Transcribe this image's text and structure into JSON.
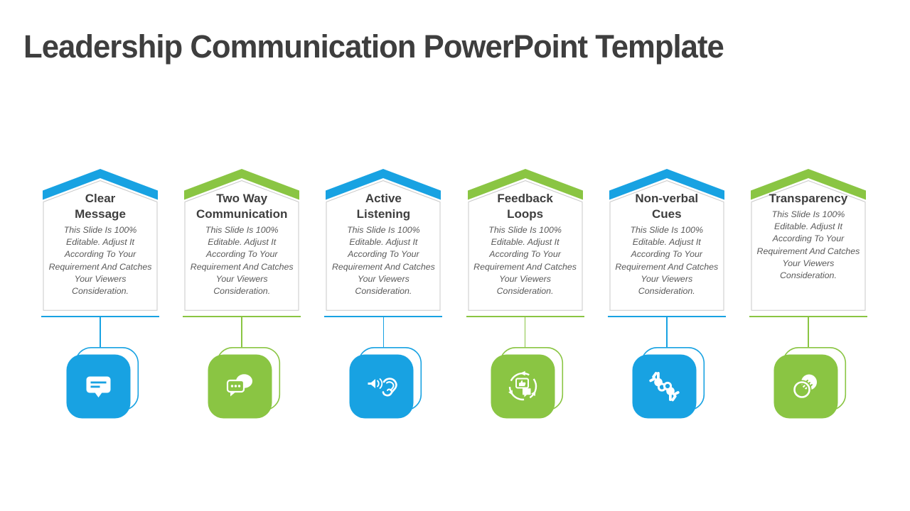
{
  "title": "Leadership Communication PowerPoint Template",
  "colors": {
    "blue": "#18A2E2",
    "green": "#8AC543",
    "heading": "#3E3E3E",
    "bodytext": "#595959",
    "border": "#C9C9C9"
  },
  "columns": [
    {
      "title": "Clear Message",
      "title_lines": [
        "Clear",
        "Message"
      ],
      "body": "This Slide Is 100% Editable. Adjust It According To Your Requirement And Catches Your Viewers Consideration.",
      "color": "blue",
      "icon": "message-icon"
    },
    {
      "title": "Two Way Communication",
      "title_lines": [
        "Two Way",
        "Communication"
      ],
      "body": "This Slide Is 100% Editable. Adjust It According To Your Requirement And Catches Your Viewers Consideration.",
      "color": "green",
      "icon": "chat-bubbles-icon"
    },
    {
      "title": "Active Listening",
      "title_lines": [
        "Active",
        "Listening"
      ],
      "body": "This Slide Is 100% Editable. Adjust It According To Your Requirement And Catches Your Viewers Consideration.",
      "color": "blue",
      "icon": "listening-ear-icon"
    },
    {
      "title": "Feedback Loops",
      "title_lines": [
        "Feedback",
        "Loops"
      ],
      "body": "This Slide Is 100% Editable. Adjust It According To Your Requirement And Catches Your Viewers Consideration.",
      "color": "green",
      "icon": "feedback-loop-icon"
    },
    {
      "title": "Non-verbal Cues",
      "title_lines": [
        "Non-verbal",
        "Cues"
      ],
      "body": "This Slide Is 100% Editable. Adjust It According To Your Requirement And Catches Your Viewers Consideration.",
      "color": "blue",
      "icon": "sign-language-icon"
    },
    {
      "title": "Transparency",
      "title_lines": [
        "Transparency"
      ],
      "body": "This Slide Is 100% Editable. Adjust It According To Your Requirement And Catches Your Viewers Consideration.",
      "color": "green",
      "icon": "transparency-circles-icon"
    }
  ]
}
